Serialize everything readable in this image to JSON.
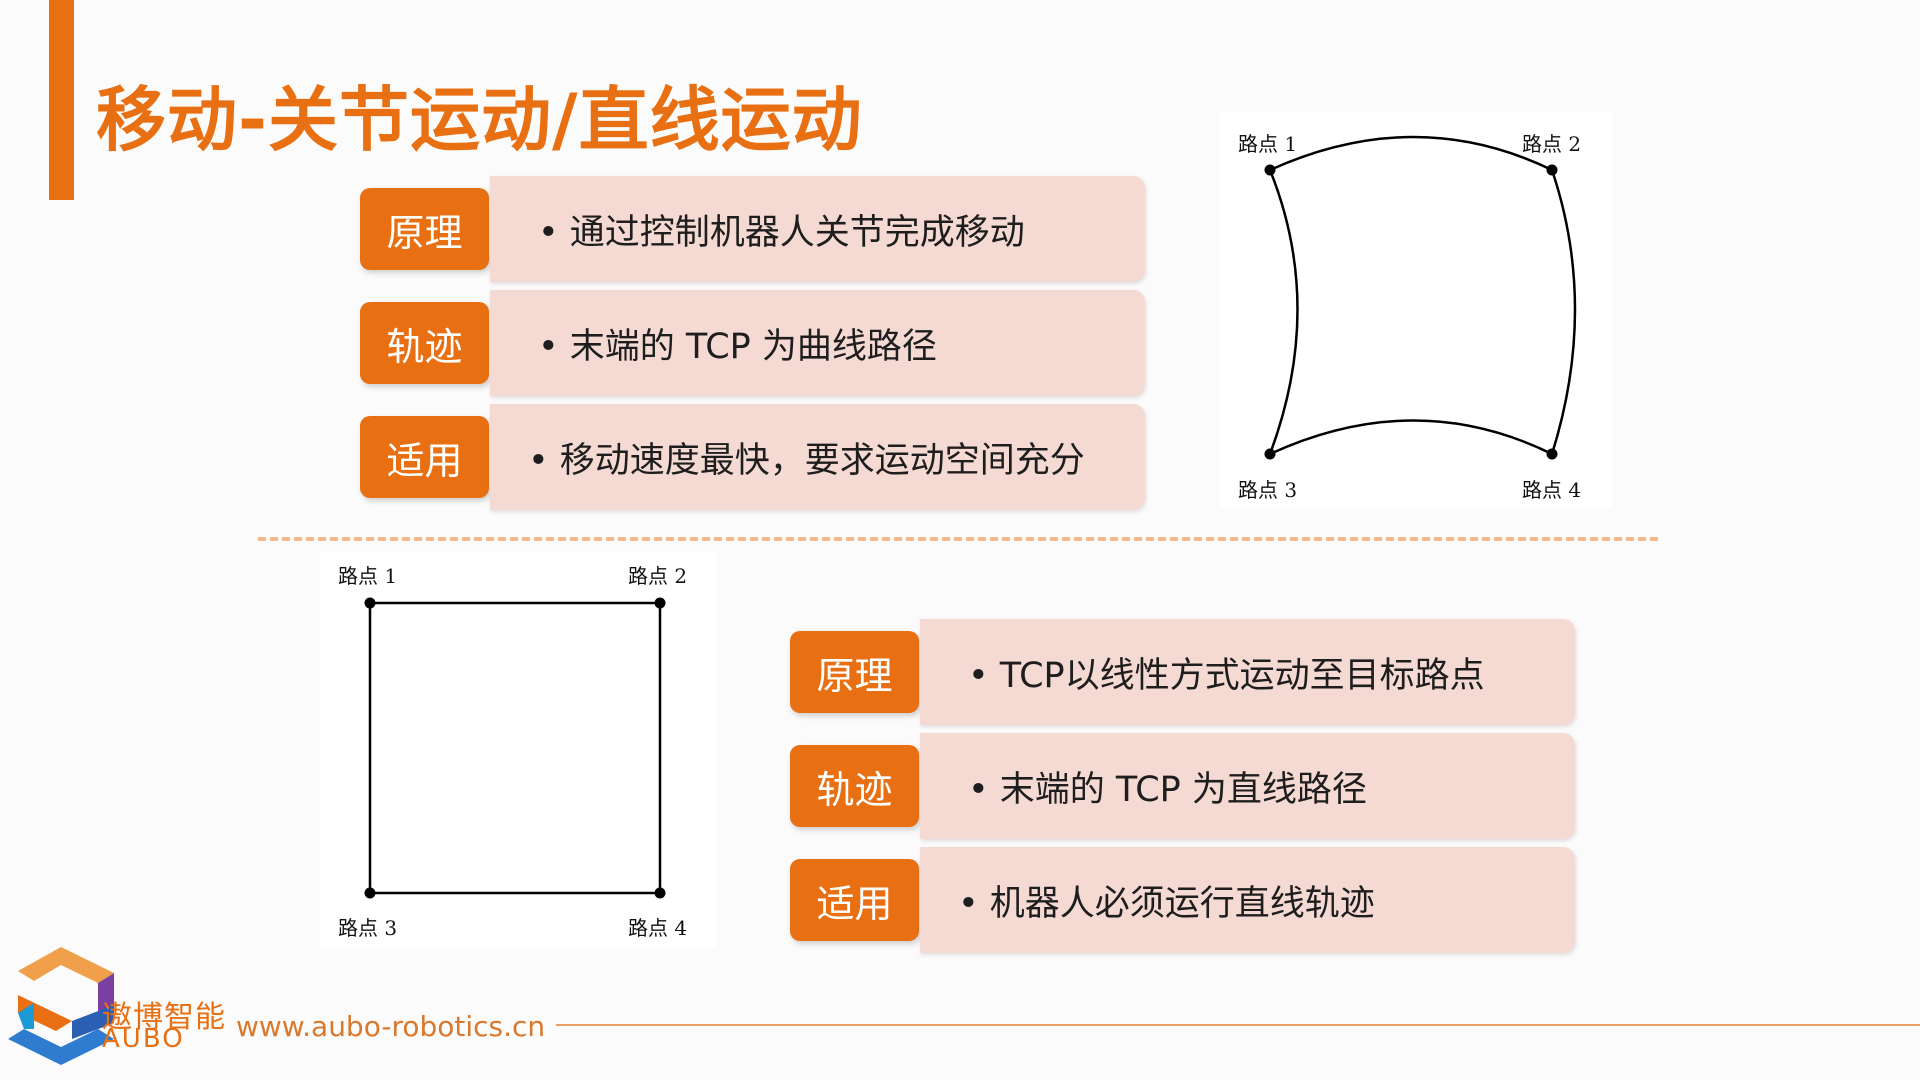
{
  "title": "移动-关节运动/直线运动",
  "joint_section": {
    "rows": [
      {
        "tag": "原理",
        "text": "• 通过控制机器人关节完成移动"
      },
      {
        "tag": "轨迹",
        "text": "• 末端的 TCP 为曲线路径"
      },
      {
        "tag": "适用",
        "text": "• 移动速度最快，要求运动空间充分"
      }
    ],
    "diagram_labels": [
      "路点 1",
      "路点 2",
      "路点 3",
      "路点 4"
    ]
  },
  "linear_section": {
    "rows": [
      {
        "tag": "原理",
        "text": "• TCP以线性方式运动至目标路点"
      },
      {
        "tag": "轨迹",
        "text": "• 末端的 TCP 为直线路径"
      },
      {
        "tag": "适用",
        "text": "• 机器人必须运行直线轨迹"
      }
    ],
    "diagram_labels": [
      "路点 1",
      "路点 2",
      "路点 3",
      "路点 4"
    ]
  },
  "footer": {
    "logo_cn": "遨博智能",
    "logo_en": "AUBO",
    "url": "www.aubo-robotics.cn"
  },
  "colors": {
    "accent": "#e87013",
    "panel": "#f5dad4",
    "dash": "#f5b98e"
  }
}
